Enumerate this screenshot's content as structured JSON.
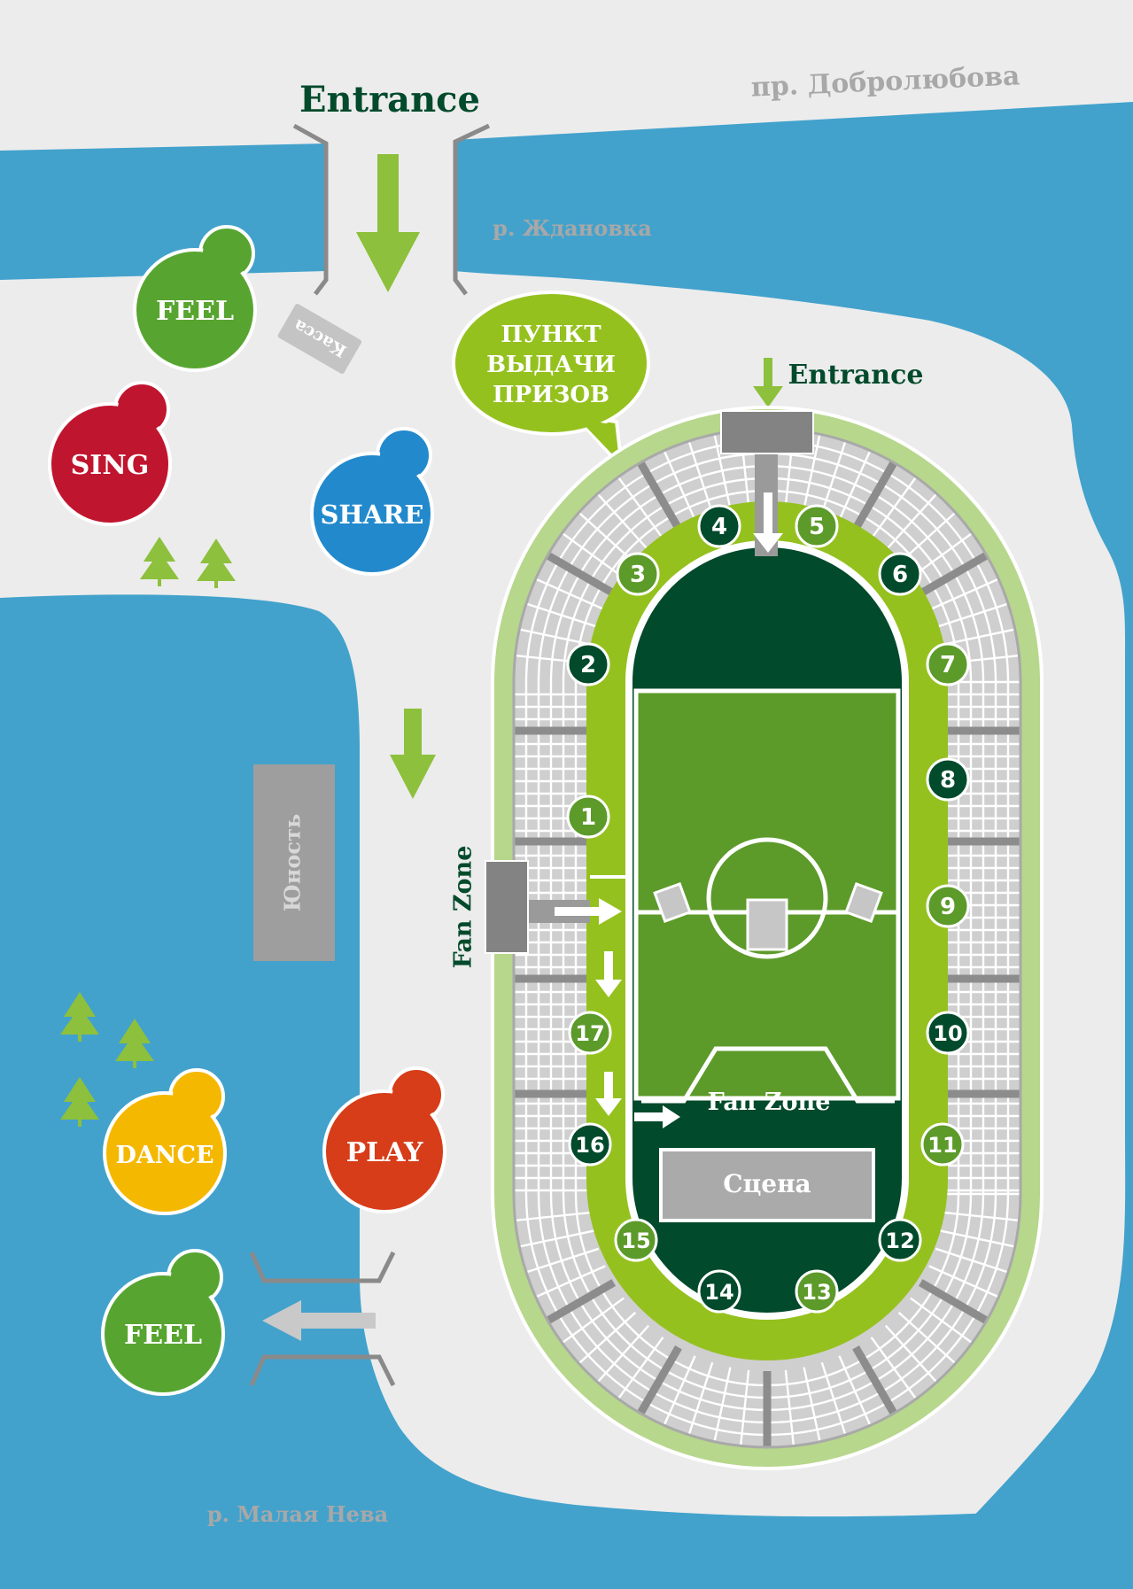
{
  "colors": {
    "water": "#42a2cc",
    "land": "#ececec",
    "dark_green": "#014a2b",
    "field_green": "#5c9a2a",
    "track_green": "#95c11f",
    "outer_ring": "#b7d78c",
    "arrow_green": "#8dc03c",
    "gray_block": "#8c8c8c",
    "street_text": "#a8a8a8",
    "feel": "#57a530",
    "sing": "#c0152f",
    "share": "#2289cc",
    "dance": "#f5b800",
    "play": "#d63d18"
  },
  "labels": {
    "entrance_main": "Entrance",
    "entrance_stadium": "Entrance",
    "street": "пр. Добролюбова",
    "river_zhdanovka": "р. Ждановка",
    "river_malaya_neva": "р. Малая Нева",
    "kassa": "Касса",
    "yunost": "Юность",
    "fan_zone_left": "Fan Zone",
    "fan_zone_field": "Fan Zone",
    "stage": "Сцена",
    "prize_line1": "ПУНКТ",
    "prize_line2": "ВЫДАЧИ",
    "prize_line3": "ПРИЗОВ"
  },
  "zones": [
    {
      "id": "feel-top",
      "label": "FEEL",
      "color": "#57a530"
    },
    {
      "id": "sing",
      "label": "SING",
      "color": "#c0152f"
    },
    {
      "id": "share",
      "label": "SHARE",
      "color": "#2289cc"
    },
    {
      "id": "dance",
      "label": "DANCE",
      "color": "#f5b800"
    },
    {
      "id": "play",
      "label": "PLAY",
      "color": "#d63d18"
    },
    {
      "id": "feel-bottom",
      "label": "FEEL",
      "color": "#57a530"
    }
  ],
  "sectors": [
    "1",
    "2",
    "3",
    "4",
    "5",
    "6",
    "7",
    "8",
    "9",
    "10",
    "11",
    "12",
    "13",
    "14",
    "15",
    "16",
    "17"
  ]
}
